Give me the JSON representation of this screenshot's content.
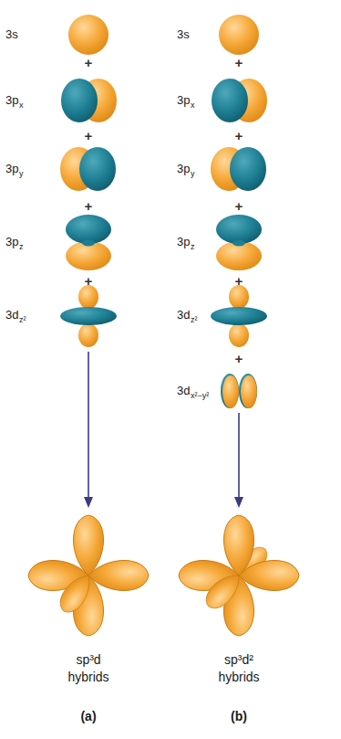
{
  "diagram": {
    "labels": [
      "3s",
      "+",
      "3p",
      "x",
      "+",
      "3p",
      "y",
      "+",
      "3p",
      "z",
      "+",
      "3d",
      "z²",
      "sp³d",
      "hybrids",
      "(a)",
      "3s",
      "+",
      "3p",
      "x",
      "+",
      "3p",
      "y",
      "+",
      "3p",
      "z",
      "+",
      "3d",
      "z²",
      "+",
      "3d",
      "x²−y²",
      "sp³d²",
      "hybrids",
      "(b)"
    ]
  }
}
